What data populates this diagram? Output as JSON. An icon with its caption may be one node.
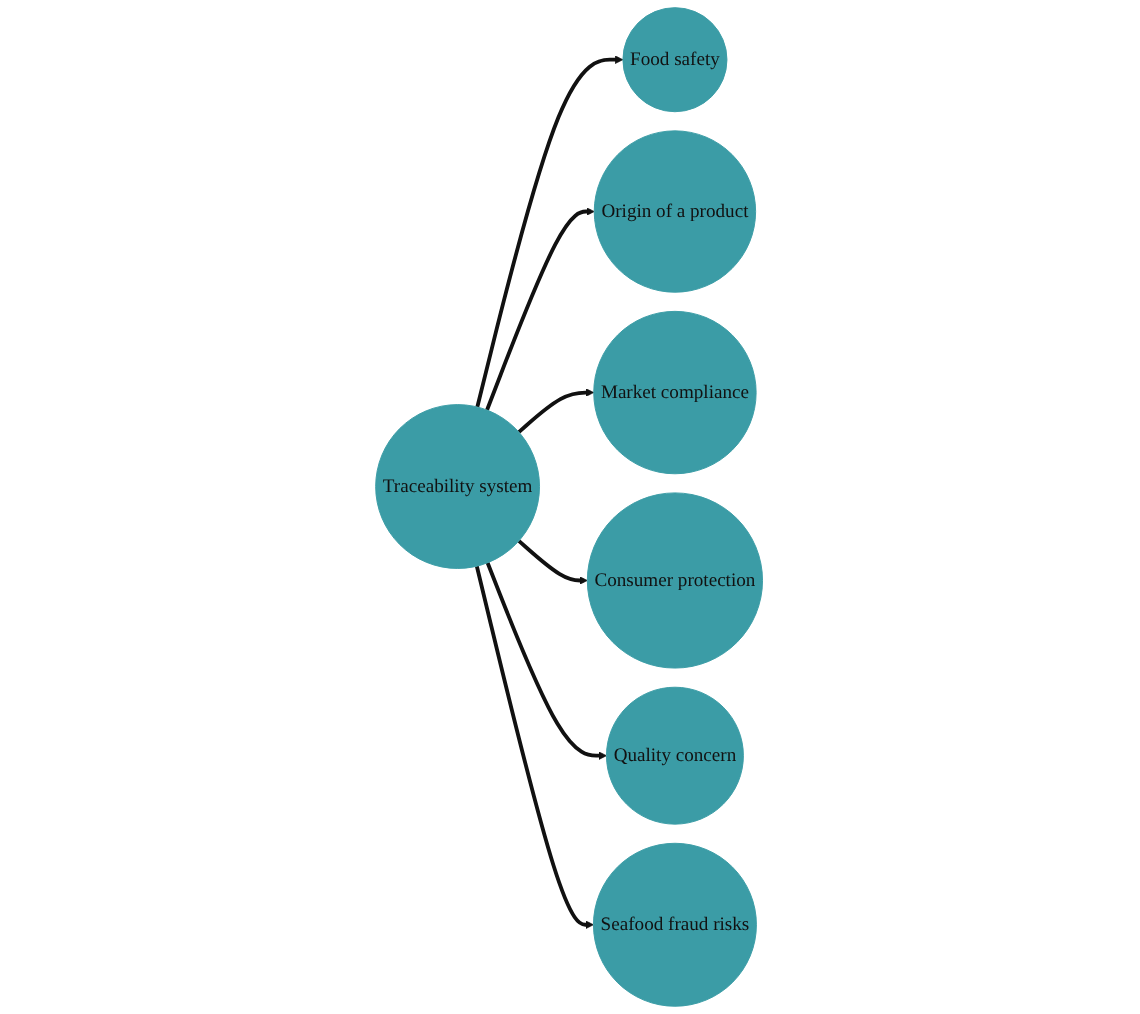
{
  "diagram": {
    "nodes": [
      {
        "text": [
          "Food safety"
        ]
      },
      {
        "text": [
          "Origin of a product"
        ]
      },
      {
        "text": [
          "Seafood fraud risks"
        ]
      },
      {
        "text": [
          "Traceability system"
        ]
      },
      {
        "text": [
          "Market compliance"
        ]
      },
      {
        "text": [
          "Quality concern"
        ]
      },
      {
        "text": [
          "Consumer protection"
        ]
      }
    ],
    "edges": [
      {
        "from": 3,
        "to": 0,
        "arrow": "to"
      },
      {
        "from": 3,
        "to": 1,
        "arrow": "to"
      },
      {
        "from": 3,
        "to": 4,
        "arrow": "to"
      },
      {
        "from": 3,
        "to": 6,
        "arrow": "to"
      },
      {
        "from": 3,
        "to": 5,
        "arrow": "to"
      },
      {
        "from": 3,
        "to": 2,
        "arrow": "to"
      }
    ]
  }
}
